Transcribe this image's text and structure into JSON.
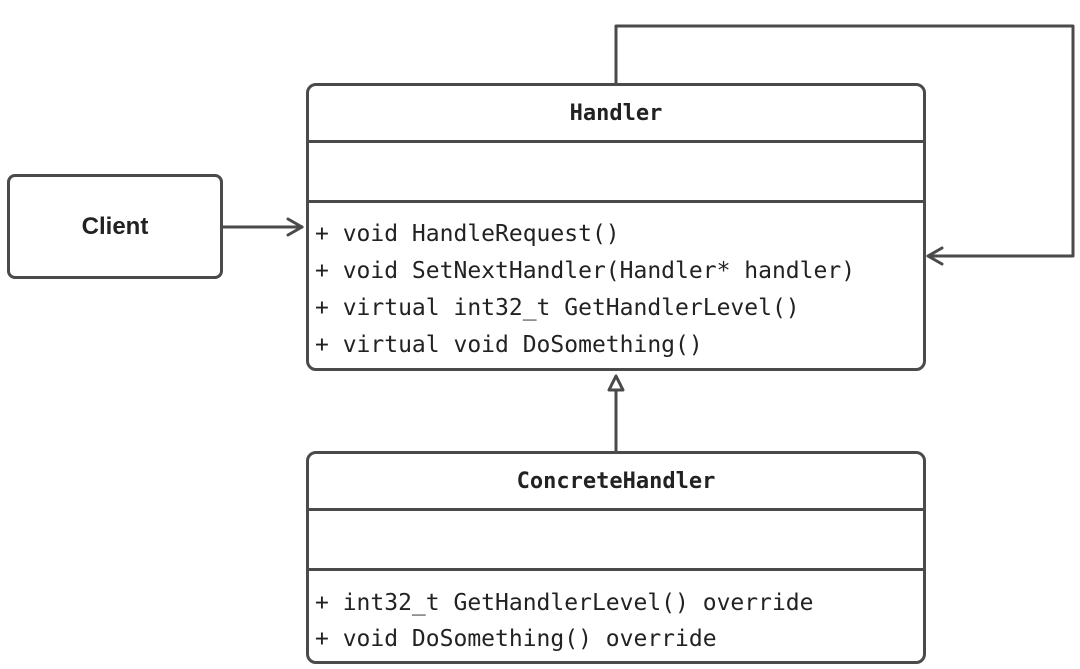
{
  "client": {
    "label": "Client"
  },
  "handler": {
    "name": "Handler",
    "methods": [
      "+ void HandleRequest()",
      "+ void SetNextHandler(Handler* handler)",
      "+ virtual int32_t GetHandlerLevel()",
      "+ virtual void DoSomething()"
    ]
  },
  "concrete_handler": {
    "name": "ConcreteHandler",
    "methods": [
      "+ int32_t GetHandlerLevel() override",
      "+ void DoSomething() override"
    ]
  },
  "colors": {
    "stroke": "#4a4a4a",
    "text": "#222222",
    "background": "#ffffff"
  }
}
